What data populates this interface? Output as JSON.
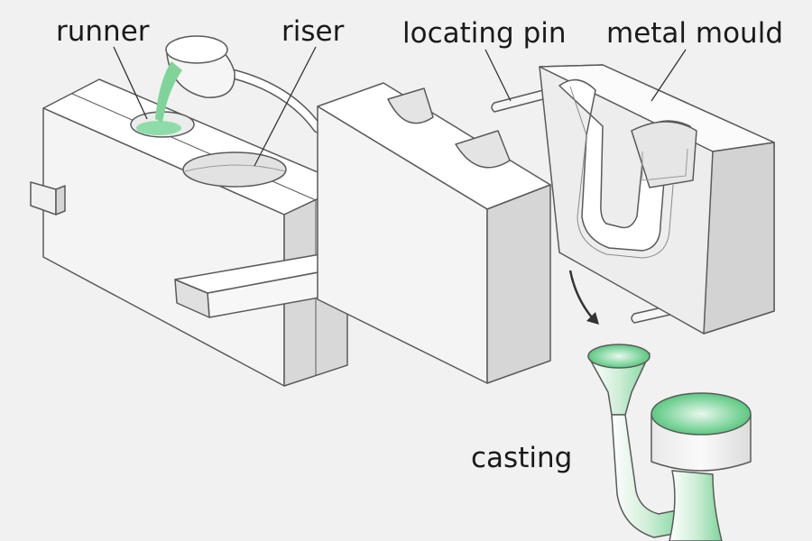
{
  "labels": {
    "runner": "runner",
    "riser": "riser",
    "locating_pin": "locating pin",
    "metal_mould": "metal mould",
    "casting": "casting"
  },
  "colors": {
    "background": "#f1f1f1",
    "mould_light": "#ffffff",
    "mould_mid": "#e6e6e6",
    "mould_dark": "#d2d2d2",
    "outline": "#5a5a5a",
    "molten_metal": "#7fd49a",
    "molten_metal_light": "#c9efd4"
  },
  "icons": {
    "ladle": "ladle-icon",
    "arrow": "curved-arrow-icon"
  }
}
